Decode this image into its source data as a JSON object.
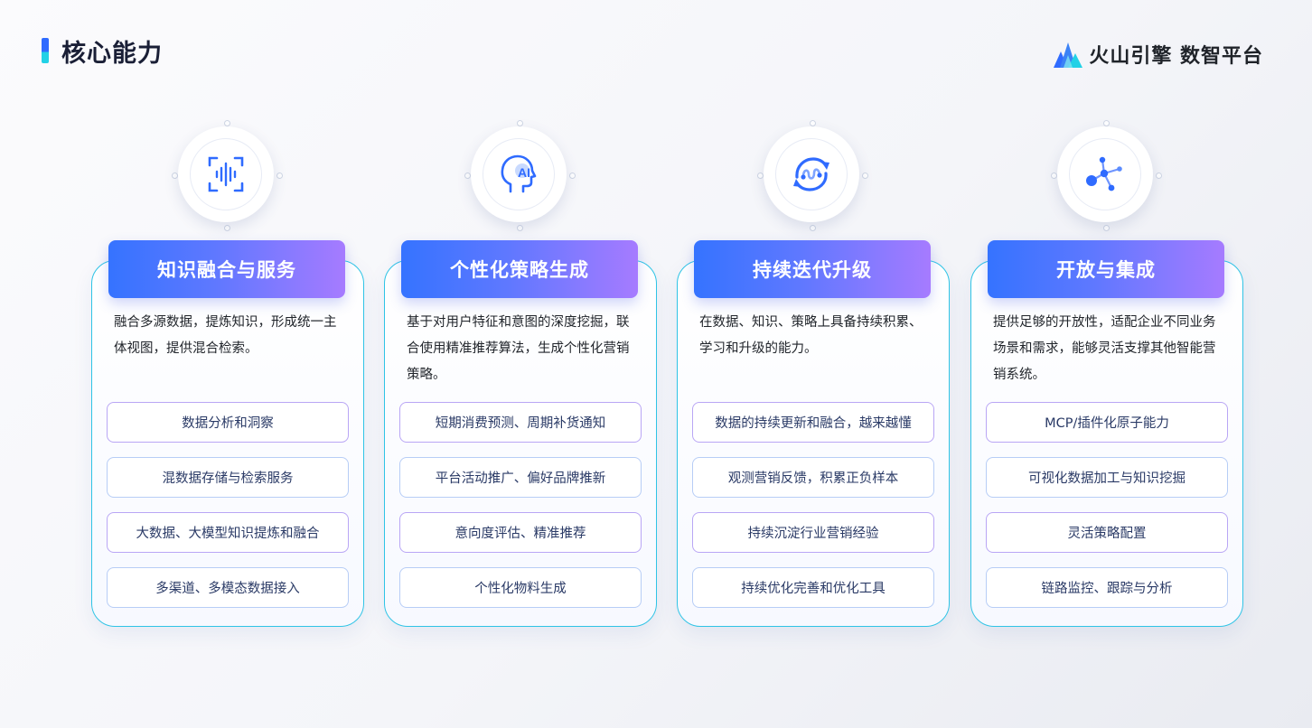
{
  "page": {
    "title": "核心能力",
    "brand": "火山引擎 数智平台"
  },
  "colors": {
    "accent_blue": "#3573ff",
    "accent_purple": "#a67bff",
    "card_border": "#2fc4e6",
    "title_bar_top": "#2f6bff",
    "title_bar_bottom": "#22d1e6"
  },
  "cards": [
    {
      "icon": "voice-wave-icon",
      "title": "知识融合与服务",
      "desc": "融合多源数据，提炼知识，形成统一主体视图，提供混合检索。",
      "items": [
        "数据分析和洞察",
        "混数据存储与检索服务",
        "大数据、大模型知识提炼和融合",
        "多渠道、多模态数据接入"
      ]
    },
    {
      "icon": "ai-head-icon",
      "title": "个性化策略生成",
      "desc": "基于对用户特征和意图的深度挖掘，联合使用精准推荐算法，生成个性化营销策略。",
      "items": [
        "短期消费预测、周期补货通知",
        "平台活动推广、偏好品牌推新",
        "意向度评估、精准推荐",
        "个性化物料生成"
      ]
    },
    {
      "icon": "cycle-arrows-icon",
      "title": "持续迭代升级",
      "desc": "在数据、知识、策略上具备持续积累、学习和升级的能力。",
      "items": [
        "数据的持续更新和融合，越来越懂",
        "观测营销反馈，积累正负样本",
        "持续沉淀行业营销经验",
        "持续优化完善和优化工具"
      ]
    },
    {
      "icon": "network-nodes-icon",
      "title": "开放与集成",
      "desc": "提供足够的开放性，适配企业不同业务场景和需求，能够灵活支撑其他智能营销系统。",
      "items": [
        "MCP/插件化原子能力",
        "可视化数据加工与知识挖掘",
        "灵活策略配置",
        "链路监控、跟踪与分析"
      ]
    }
  ]
}
